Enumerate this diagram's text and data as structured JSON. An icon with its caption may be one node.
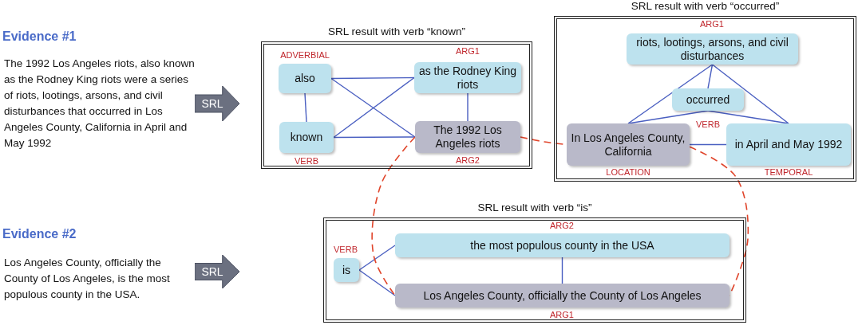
{
  "diagram": {
    "nodes": [
      {
        "text": [
          "SRL result with verb “known”"
        ]
      },
      {
        "text": [
          "also"
        ],
        "in": 0,
        "beside": [
          "ADVERBIAL"
        ]
      },
      {
        "text": [
          "as the Rodney King riots"
        ],
        "in": 0,
        "beside": [
          "ARG1"
        ]
      },
      {
        "text": [
          "known"
        ],
        "in": 0,
        "beside": [
          "VERB"
        ]
      },
      {
        "text": [
          "The 1992 Los Angeles riots"
        ],
        "in": 0,
        "beside": [
          "ARG2"
        ]
      },
      {
        "text": [
          "SRL result with verb “occurred”"
        ]
      },
      {
        "text": [
          "riots, lootings, arsons, and civil disturbances"
        ],
        "in": 5,
        "beside": [
          "ARG1"
        ]
      },
      {
        "text": [
          "occurred"
        ],
        "in": 5,
        "beside": [
          "VERB"
        ]
      },
      {
        "text": [
          "In Los Angeles County, California"
        ],
        "in": 5,
        "beside": [
          "LOCATION"
        ]
      },
      {
        "text": [
          "in April and May 1992"
        ],
        "in": 5,
        "beside": [
          "TEMPORAL"
        ]
      },
      {
        "text": [
          "SRL result with verb “is”"
        ]
      },
      {
        "text": [
          "is"
        ],
        "in": 10,
        "beside": [
          "VERB"
        ]
      },
      {
        "text": [
          "the most populous county in the USA"
        ],
        "in": 10,
        "beside": [
          "ARG2"
        ]
      },
      {
        "text": [
          "Los Angeles County, officially the County of Los Angeles"
        ],
        "in": 10,
        "beside": [
          "ARG1"
        ]
      },
      {
        "text": [
          "SRL"
        ]
      },
      {
        "text": [
          "SRL"
        ]
      }
    ],
    "edges": [
      {
        "from": 1,
        "to": 2,
        "arrow": "none"
      },
      {
        "from": 1,
        "to": 4,
        "arrow": "none"
      },
      {
        "from": 1,
        "to": 3,
        "arrow": "none"
      },
      {
        "from": 3,
        "to": 2,
        "arrow": "none"
      },
      {
        "from": 3,
        "to": 4,
        "arrow": "none"
      },
      {
        "from": 2,
        "to": 4,
        "arrow": "none"
      },
      {
        "from": 6,
        "to": 7,
        "arrow": "none"
      },
      {
        "from": 6,
        "to": 8,
        "arrow": "none"
      },
      {
        "from": 6,
        "to": 9,
        "arrow": "none"
      },
      {
        "from": 7,
        "to": 8,
        "arrow": "none"
      },
      {
        "from": 7,
        "to": 9,
        "arrow": "none"
      },
      {
        "from": 8,
        "to": 9,
        "arrow": "none"
      },
      {
        "from": 11,
        "to": 12,
        "arrow": "none"
      },
      {
        "from": 11,
        "to": 13,
        "arrow": "none"
      },
      {
        "from": 12,
        "to": 13,
        "arrow": "none"
      },
      {
        "from": 4,
        "to": 8,
        "arrow": "none",
        "style": "dashed",
        "color": "#e0452b"
      },
      {
        "from": 4,
        "to": 13,
        "arrow": "none",
        "style": "dashed",
        "color": "#e0452b"
      },
      {
        "from": 8,
        "to": 13,
        "arrow": "none",
        "style": "dashed",
        "color": "#e0452b"
      }
    ],
    "labels": [
      "Evidence #1",
      "The 1992 Los Angeles riots, also known as the Rodney King riots were a series of riots, lootings, arsons, and civil disturbances that occurred in Los Angeles County, California in April and May 1992",
      "Evidence #2",
      "Los Angeles County, officially the County of Los Angeles, is the most populous county in the USA."
    ]
  }
}
